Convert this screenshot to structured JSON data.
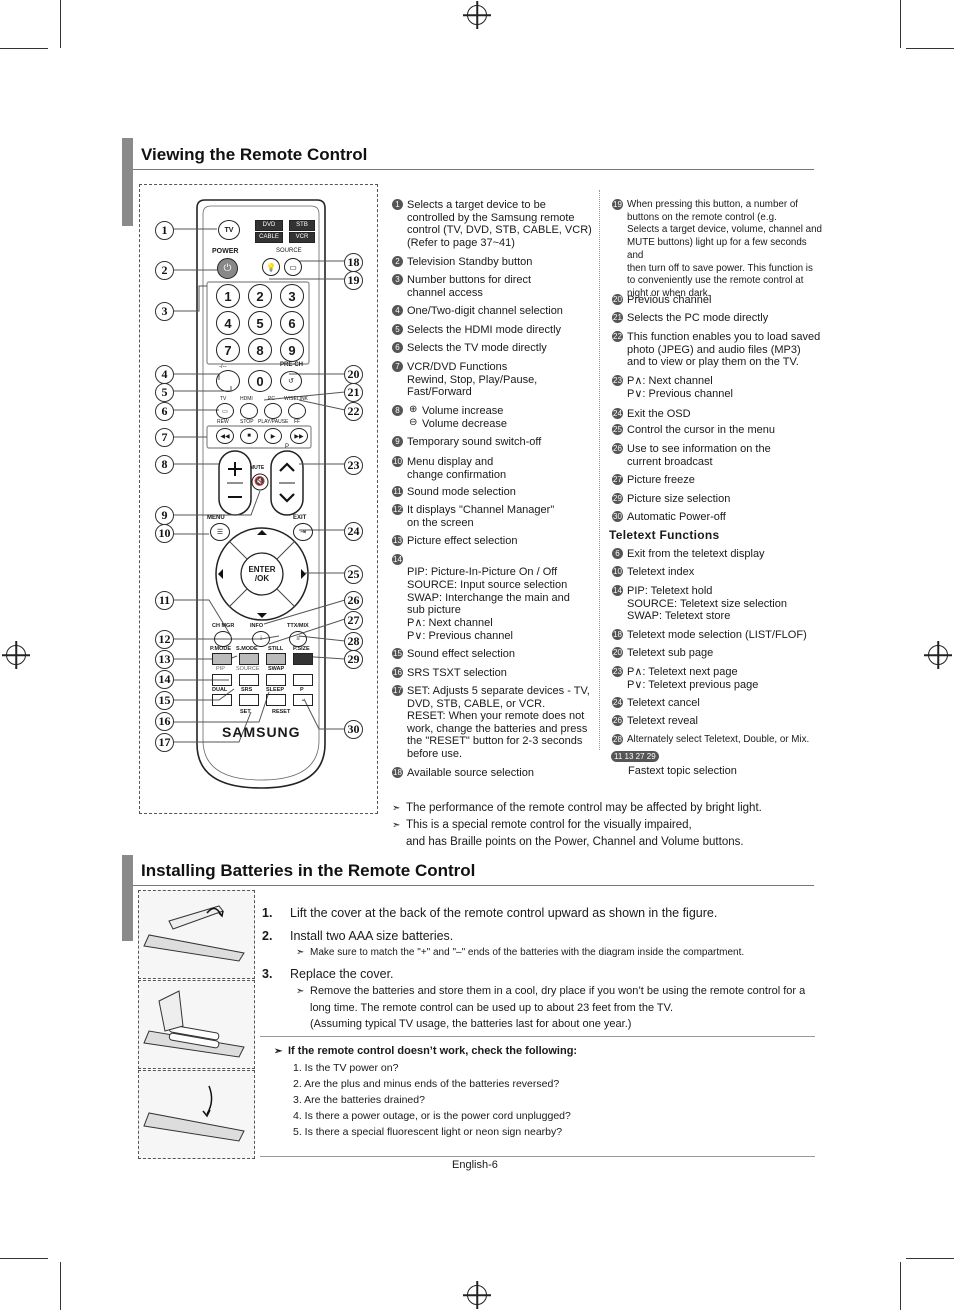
{
  "sections": {
    "viewing_title": "Viewing the Remote Control",
    "batteries_title": "Installing Batteries in the Remote Control"
  },
  "remote": {
    "tv": "TV",
    "dvd": "DVD",
    "stb": "STB",
    "cable": "CABLE",
    "vcr": "VCR",
    "power": "POWER",
    "source": "SOURCE",
    "prech": "PRE-CH",
    "dash": "-/--",
    "digits": [
      "1",
      "2",
      "3",
      "4",
      "5",
      "6",
      "7",
      "8",
      "9",
      "0"
    ],
    "row_labels": [
      "TV",
      "HDMI",
      "PC",
      "WISELINK"
    ],
    "transport": [
      "REW",
      "STOP",
      "PLAY/PAUSE",
      "FF"
    ],
    "mute": "MUTE",
    "p": "P",
    "menu": "MENU",
    "exit": "EXIT",
    "enter": "ENTER\n/OK",
    "ch_mgr": "CH MGR",
    "info": "INFO",
    "ttx": "TTX/MIX",
    "pmode": "P.MODE",
    "smode": "S.MODE",
    "still": "STILL",
    "psize": "P.SIZE",
    "pip": "PIP",
    "source2": "SOURCE",
    "swap": "SWAP",
    "dual": "DUAL",
    "srs": "SRS",
    "sleep": "SLEEP",
    "set": "SET",
    "reset": "RESET",
    "brand": "SAMSUNG"
  },
  "callouts": [
    "1",
    "2",
    "3",
    "4",
    "5",
    "6",
    "7",
    "8",
    "9",
    "10",
    "11",
    "12",
    "13",
    "14",
    "15",
    "16",
    "17",
    "18",
    "19",
    "20",
    "21",
    "22",
    "23",
    "24",
    "25",
    "26",
    "27",
    "28",
    "29",
    "30"
  ],
  "descriptions_left": [
    {
      "n": "1",
      "t": "Selects a target device to be\ncontrolled by the Samsung remote\ncontrol (TV, DVD, STB, CABLE, VCR)\n(Refer to page 37~41)"
    },
    {
      "n": "2",
      "t": "Television Standby button"
    },
    {
      "n": "3",
      "t": "Number buttons for direct\nchannel access"
    },
    {
      "n": "4",
      "t": "One/Two-digit channel selection"
    },
    {
      "n": "5",
      "t": "Selects the HDMI mode directly"
    },
    {
      "n": "6",
      "t": "Selects the TV mode directly"
    },
    {
      "n": "7",
      "t": "VCR/DVD Functions\nRewind, Stop, Play/Pause,\nFast/Forward"
    },
    {
      "n": "8",
      "t": "Volume increase\nVolume decrease"
    },
    {
      "n": "9",
      "t": "Temporary sound switch-off"
    },
    {
      "n": "10",
      "t": "Menu display and\nchange confirmation"
    },
    {
      "n": "11",
      "t": "Sound mode selection"
    },
    {
      "n": "12",
      "t": "It displays \"Channel Manager\"\non the screen"
    },
    {
      "n": "13",
      "t": "Picture effect selection"
    },
    {
      "n": "14",
      "t": "PIP: Picture-In-Picture On / Off\nSOURCE: Input source selection\nSWAP: Interchange the main and\n           sub picture\nP∧: Next channel\nP∨: Previous channel"
    },
    {
      "n": "15",
      "t": "Sound effect selection"
    },
    {
      "n": "16",
      "t": "SRS TSXT selection"
    },
    {
      "n": "17",
      "t": "SET: Adjusts 5 separate devices - TV,\nDVD, STB, CABLE, or VCR.\nRESET: When your remote does not\nwork, change the batteries and press\nthe \"RESET\" button for 2-3 seconds\nbefore use."
    },
    {
      "n": "18",
      "t": "Available source selection"
    }
  ],
  "descriptions_right": [
    {
      "n": "19",
      "t": "When pressing this button, a number of\nbuttons on the remote control (e.g.\nSelects a target device, volume, channel and\nMUTE buttons) light up for a few seconds and\nthen turn off to save power. This function is\nto conveniently use the remote control at\nnight or when dark."
    },
    {
      "n": "20",
      "t": "Previous channel"
    },
    {
      "n": "21",
      "t": "Selects the PC mode directly"
    },
    {
      "n": "22",
      "t": "This function enables you to load saved\nphoto (JPEG) and audio files (MP3)\nand to view or play them on the TV."
    },
    {
      "n": "23",
      "t": "P∧: Next channel\nP∨: Previous channel"
    },
    {
      "n": "24",
      "t": "Exit the OSD"
    },
    {
      "n": "25",
      "t": "Control the cursor in the menu"
    },
    {
      "n": "26",
      "t": "Use to see information on the\ncurrent broadcast"
    },
    {
      "n": "27",
      "t": "Picture freeze"
    },
    {
      "n": "29",
      "t": "Picture size selection"
    },
    {
      "n": "30",
      "t": "Automatic Power-off"
    }
  ],
  "teletext": {
    "title": "Teletext Functions",
    "items": [
      {
        "n": "6",
        "t": "Exit from the teletext display"
      },
      {
        "n": "10",
        "t": "Teletext index"
      },
      {
        "n": "14",
        "t": "PIP: Teletext hold\nSOURCE: Teletext size selection\nSWAP: Teletext store"
      },
      {
        "n": "18",
        "t": "Teletext mode selection (LIST/FLOF)"
      },
      {
        "n": "20",
        "t": "Teletext sub page"
      },
      {
        "n": "23",
        "t": "P∧: Teletext next page\nP∨: Teletext previous page"
      },
      {
        "n": "24",
        "t": "Teletext cancel"
      },
      {
        "n": "26",
        "t": "Teletext reveal"
      },
      {
        "n": "28",
        "t": "Alternately select Teletext, Double, or Mix."
      },
      {
        "n": "11 13 27 29",
        "t": "Fastext topic selection"
      }
    ]
  },
  "notes": [
    "The performance of the remote control may be affected by bright light.",
    "This is a special remote control for the visually impaired,",
    "and has Braille points on the Power, Channel and Volume buttons."
  ],
  "steps": [
    {
      "num": "1.",
      "text": "Lift the cover at the back of the remote control upward as shown in the figure."
    },
    {
      "num": "2.",
      "text": "Install two AAA size batteries."
    },
    {
      "num": "3.",
      "text": "Replace the cover."
    }
  ],
  "step_notes": {
    "s2": "Make sure to match the \"+\" and \"–\" ends of the batteries with the diagram inside the compartment.",
    "s3a": "Remove the batteries and store them in a cool, dry place if you won’t be using the remote control for a",
    "s3b": "long time. The remote control can be used up to about 23 feet from the TV.",
    "s3c": "(Assuming typical TV usage, the batteries last for about one year.)"
  },
  "check": {
    "title": "If the remote control doesn’t work, check the following:",
    "items": [
      "1. Is the TV power on?",
      "2. Are the plus and minus ends of the batteries reversed?",
      "3. Are the batteries drained?",
      "4. Is there a power outage, or is the power cord unplugged?",
      "5. Is there a special fluorescent light or neon sign nearby?"
    ]
  },
  "footer": "English-6"
}
